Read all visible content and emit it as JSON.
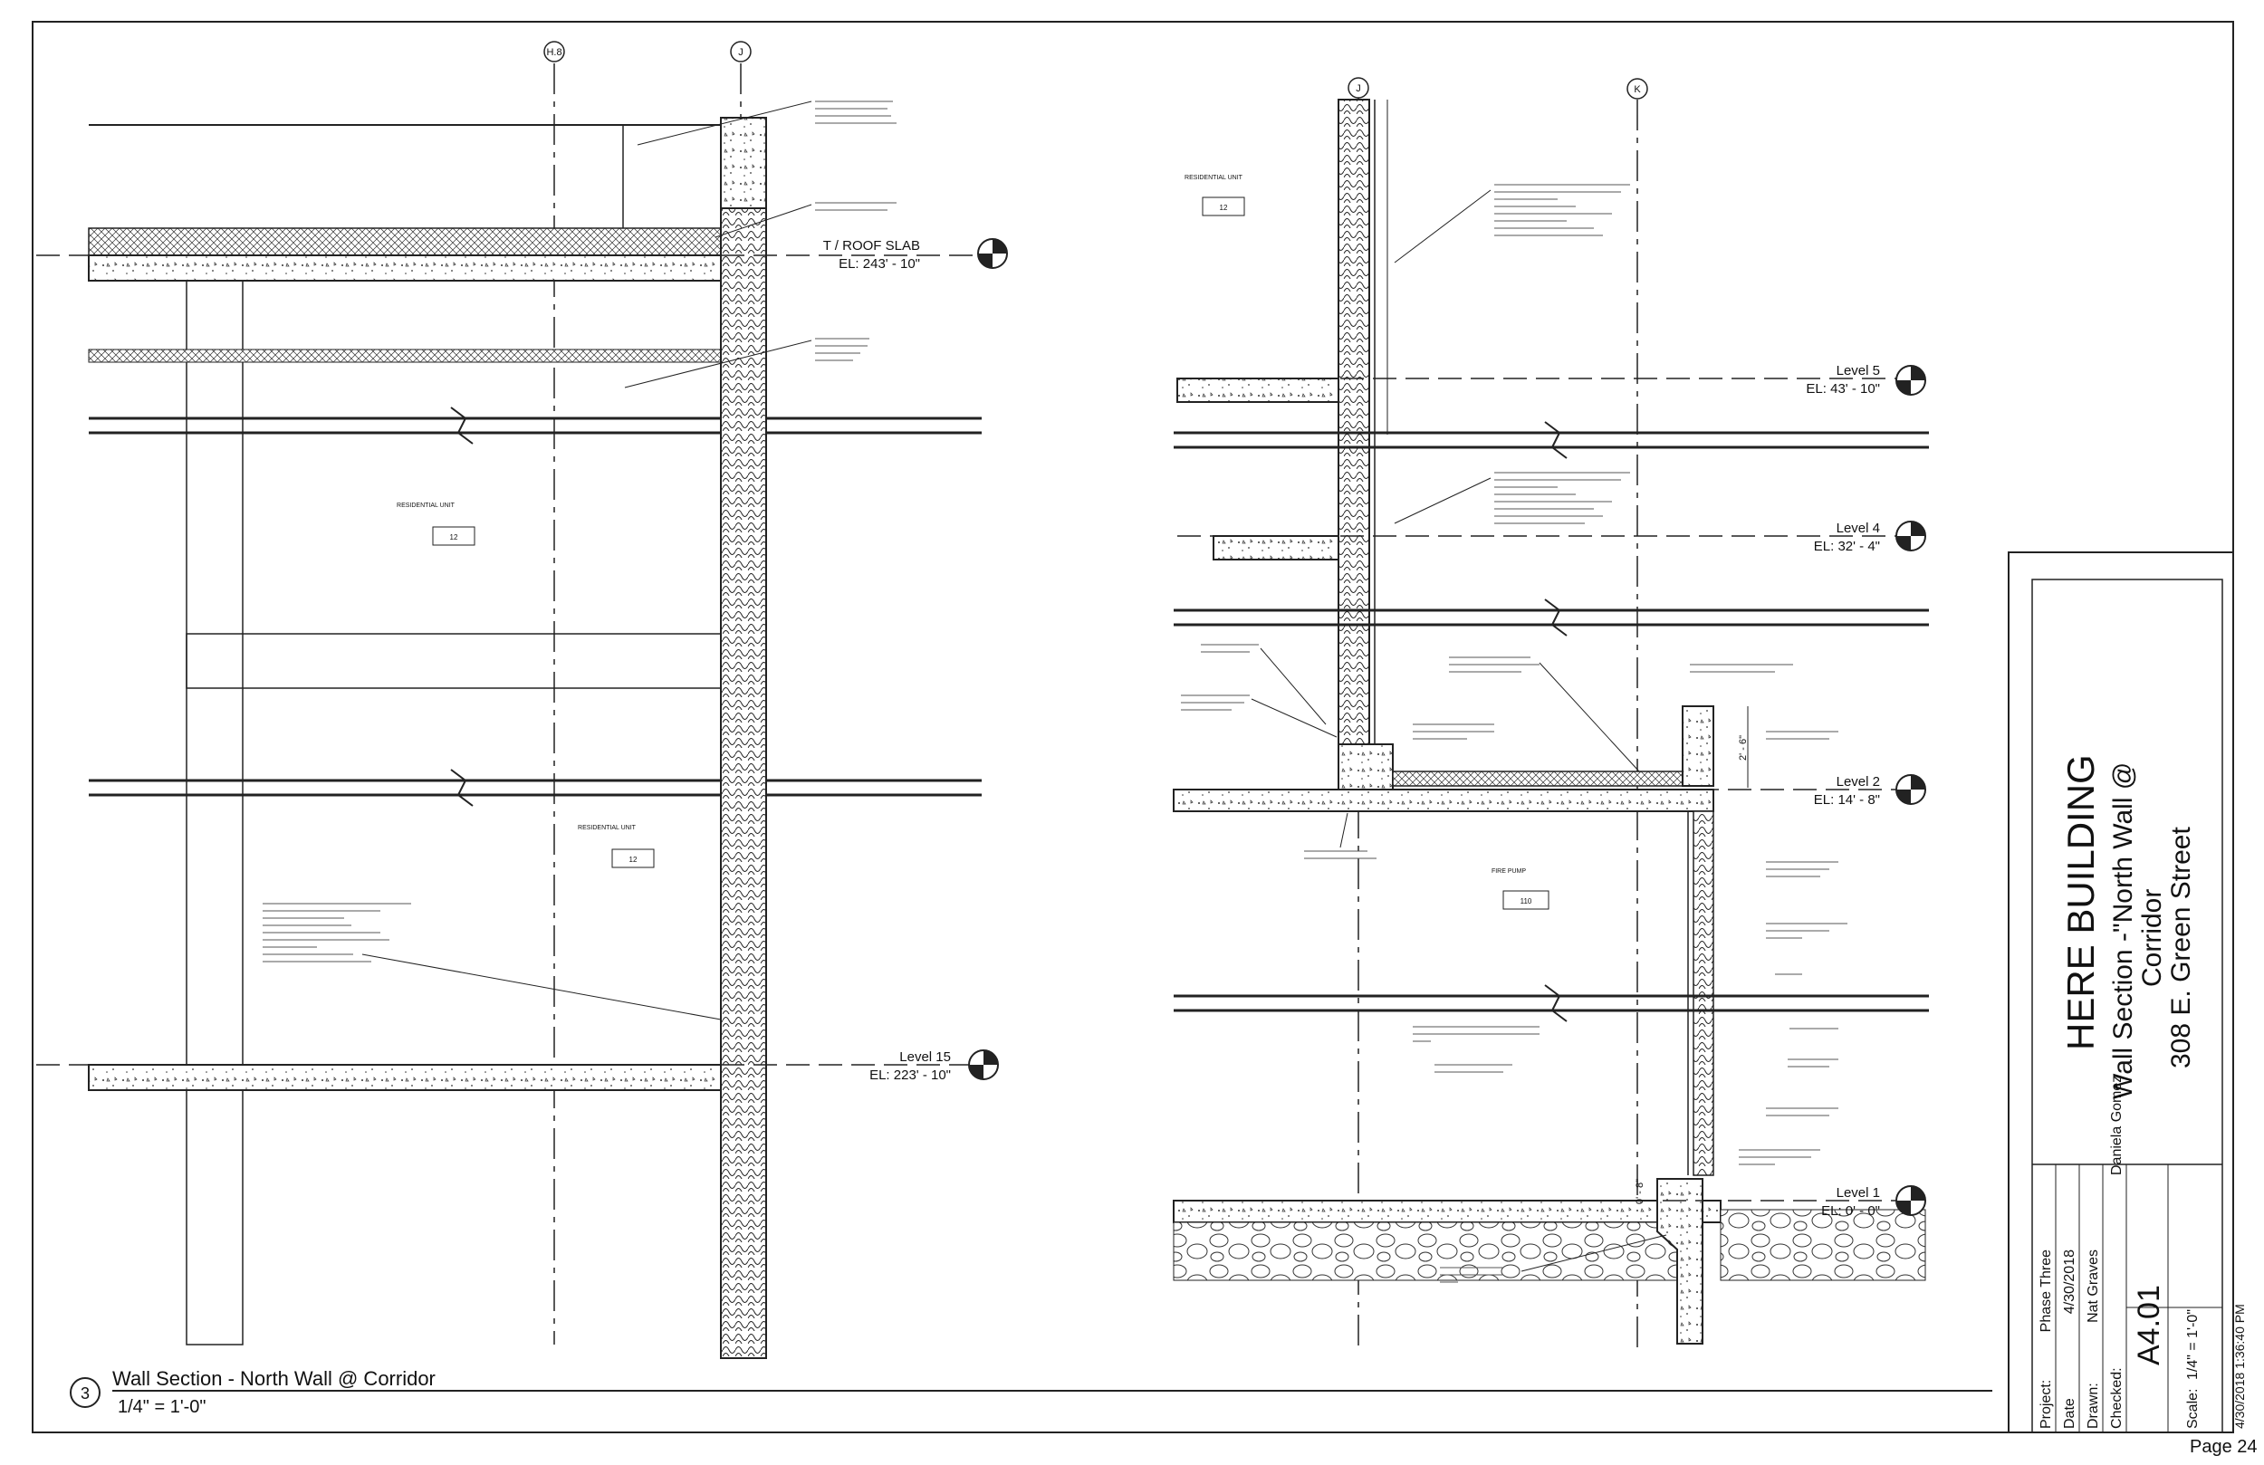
{
  "detail_left": {
    "grid_h8": "H.8",
    "grid_j": "J",
    "level_roof": {
      "name": "T / ROOF SLAB",
      "elev": "EL: 243' - 10\""
    },
    "level_15": {
      "name": "Level 15",
      "elev": "EL: 223' - 10\""
    },
    "rooms": [
      {
        "label": "RESIDENTIAL UNIT",
        "number": "12"
      },
      {
        "label": "RESIDENTIAL UNIT",
        "number": "12"
      }
    ]
  },
  "detail_right": {
    "grid_j": "J",
    "grid_k": "K",
    "level_5": {
      "name": "Level 5",
      "elev": "EL: 43' - 10\""
    },
    "level_4": {
      "name": "Level 4",
      "elev": "EL: 32' - 4\""
    },
    "level_2": {
      "name": "Level 2",
      "elev": "EL: 14' - 8\""
    },
    "level_1": {
      "name": "Level 1",
      "elev": "EL: 0' - 0\""
    },
    "dim_parapet": "2' - 6\"",
    "dim_footing": "0' - 8\"",
    "rooms": [
      {
        "label": "RESIDENTIAL UNIT",
        "number": "12"
      },
      {
        "label": "FIRE PUMP",
        "number": "110"
      }
    ]
  },
  "view_title": {
    "number": "3",
    "name": "Wall Section - North Wall @ Corridor",
    "scale": "1/4\" = 1'-0\""
  },
  "title_block": {
    "project_name": "HERE BUILDING",
    "sheet_title_1": "Wall Section -\"North Wall @",
    "sheet_title_2": "Corridor",
    "address": "308 E. Green Street",
    "project_label": "Project:",
    "project_value": "Phase Three",
    "date_label": "Date",
    "date_value": "4/30/2018",
    "drawn_label": "Drawn:",
    "drawn_value": "Nat Graves",
    "checked_label": "Checked:",
    "checked_value": "Daniela Gomez",
    "sheet_number": "A4.01",
    "scale_label": "Scale:",
    "scale_value": "1/4\" = 1'-0\"",
    "timestamp": "4/30/2018 1:36:40 PM",
    "page": "Page 24"
  }
}
